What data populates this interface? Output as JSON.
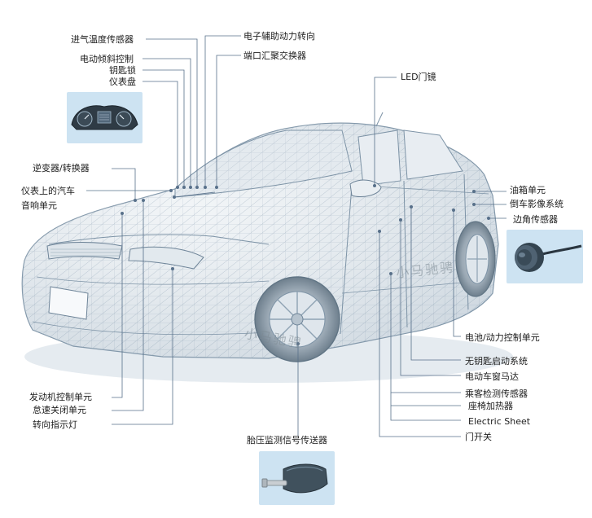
{
  "labels": {
    "intake_temp_sensor": "进气温度传感器",
    "electric_tilt_control": "电动倾斜控制",
    "key_lock": "钥匙锁",
    "instrument_panel": "仪表盘",
    "inverter_converter": "逆变器/转换器",
    "dashboard_car_audio": "仪表上的汽车",
    "audio_unit": "音响单元",
    "engine_control_unit": "发动机控制单元",
    "idle_stop": "怠速关闭单元",
    "turn_indicator": "转向指示灯",
    "eps": "电子辅助动力转向",
    "port_hub": "端口汇聚交换器",
    "led_mirror": "LED门镜",
    "fuel_tank_unit": "油箱单元",
    "rear_camera": "倒车影像系统",
    "corner_sensor": "边角传感器",
    "battery_control": "电池/动力控制单元",
    "keyless_start": "无钥匙启动系统",
    "window_motor": "电动车窗马达",
    "occupant_sensor": "乘客检测传感器",
    "seat_heater": "座椅加热器",
    "electric_sheet": "Electric  Sheet",
    "door_switch": "门开关",
    "tpms_transmitter": "胎压监测信号传送器"
  },
  "watermark": "小马驰骋",
  "colors": {
    "inset_bg": "#cde3f2",
    "leader": "#58708a",
    "car_line": "#7d93a6",
    "car_fill": "#eef2f5"
  },
  "icons": [
    "gauge-cluster-icon",
    "parking-sensor-icon",
    "tpms-sensor-icon"
  ]
}
